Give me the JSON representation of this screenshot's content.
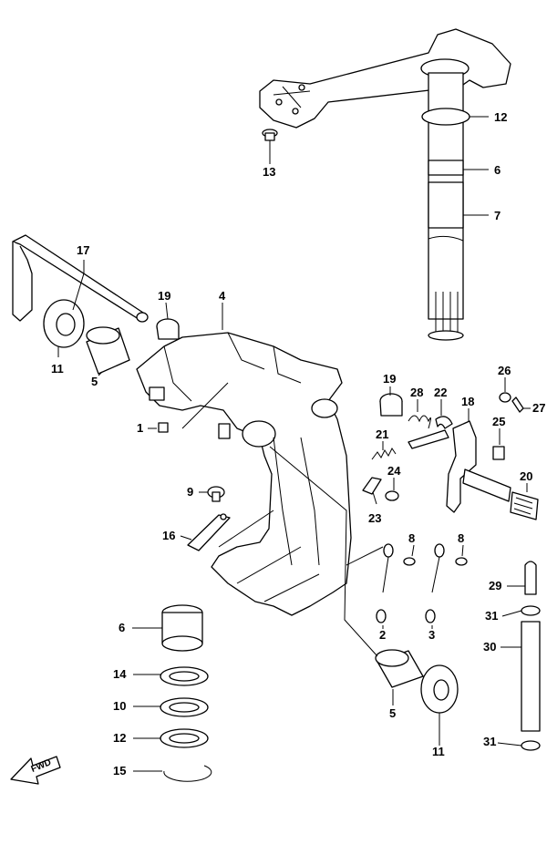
{
  "diagram": {
    "callouts": {
      "c1": "1",
      "c2": "2",
      "c3": "3",
      "c4": "4",
      "c5a": "5",
      "c5b": "5",
      "c6a": "6",
      "c6b": "6",
      "c7": "7",
      "c8a": "8",
      "c8b": "8",
      "c9": "9",
      "c10": "10",
      "c11a": "11",
      "c11b": "11",
      "c12a": "12",
      "c12b": "12",
      "c13": "13",
      "c14": "14",
      "c15": "15",
      "c16": "16",
      "c17": "17",
      "c18": "18",
      "c19a": "19",
      "c19b": "19",
      "c20": "20",
      "c21": "21",
      "c22": "22",
      "c23": "23",
      "c24": "24",
      "c25": "25",
      "c26": "26",
      "c27": "27",
      "c28": "28",
      "c29": "29",
      "c30": "30",
      "c31a": "31",
      "c31b": "31"
    },
    "fwd_label": "FWD"
  }
}
